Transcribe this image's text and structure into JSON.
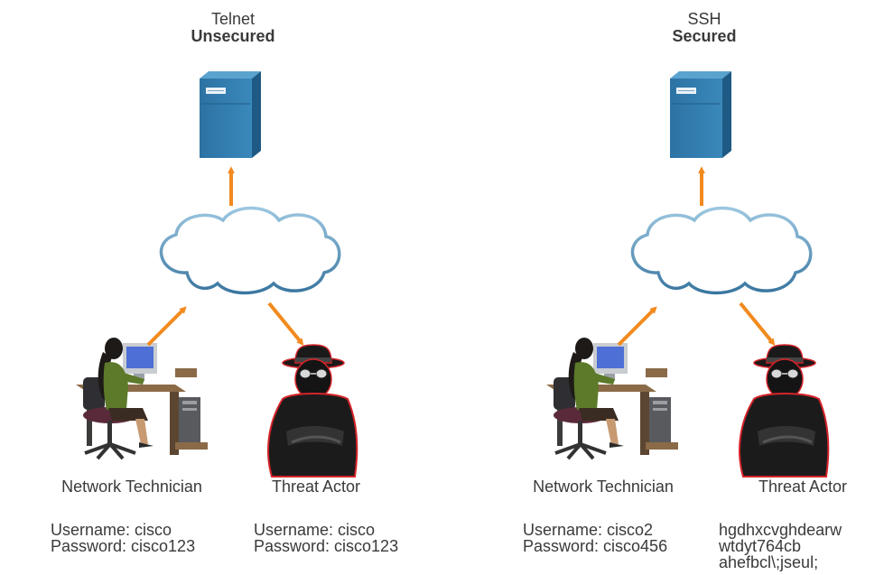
{
  "left_scenario": {
    "protocol": "Telnet",
    "status": "Unsecured",
    "technician_label": "Network Technician",
    "actor_label": "Threat Actor",
    "technician_credentials": [
      "Username: cisco",
      "Password: cisco123"
    ],
    "actor_captured": [
      "Username: cisco",
      "Password: cisco123"
    ]
  },
  "right_scenario": {
    "protocol": "SSH",
    "status": "Secured",
    "technician_label": "Network Technician",
    "actor_label": "Threat Actor",
    "technician_credentials": [
      "Username: cisco2",
      "Password: cisco456"
    ],
    "actor_captured": [
      "hgdhxcvghdearw",
      "wtdyt764cb",
      "ahefbcl\\;jseul;"
    ]
  },
  "colors": {
    "arrow": "#f28a1e",
    "server": "#2f78a8",
    "cloud_stroke": "#3d7fa8",
    "actor_outline": "#d4242a"
  }
}
